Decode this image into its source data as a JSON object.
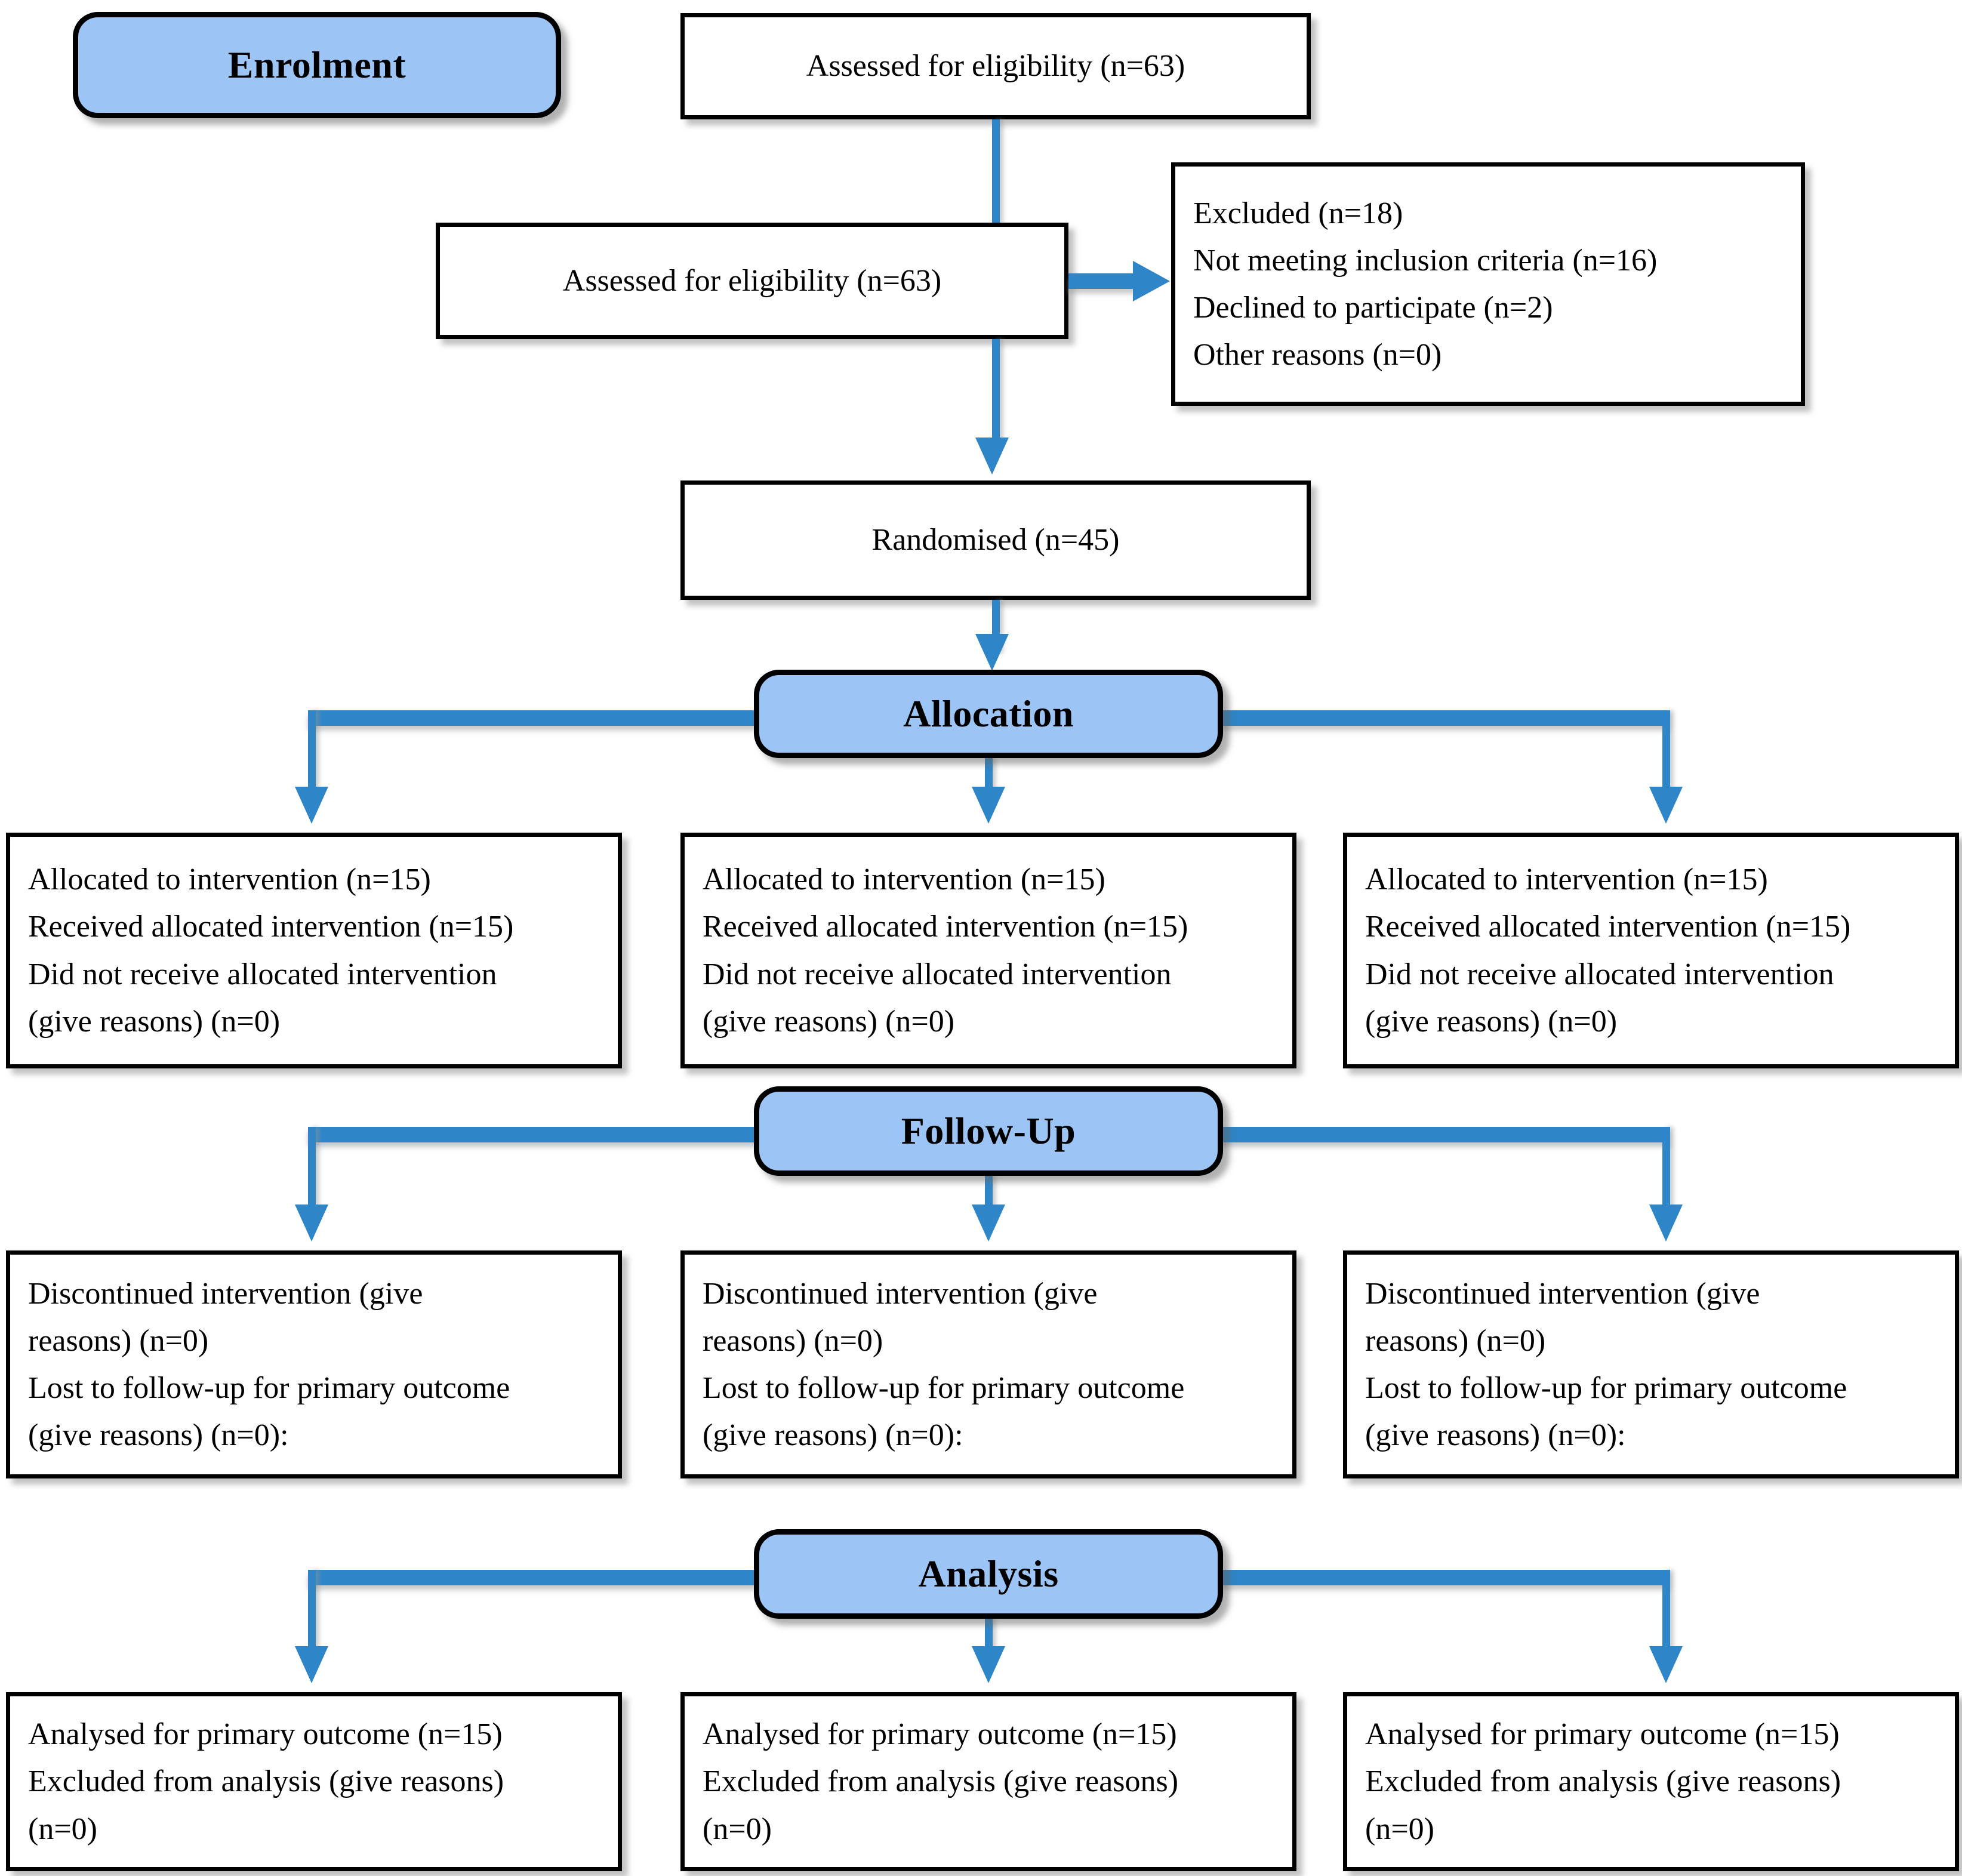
{
  "diagram": {
    "title": "CONSORT participant flow diagram",
    "accent_blue_fill": "#9CC5F6",
    "connector_blue": "#2E86C8",
    "box_border": "#000000",
    "background": "#FFFFFF"
  },
  "stages": {
    "enrolment": "Enrolment",
    "allocation": "Allocation",
    "followup": "Follow-Up",
    "analysis": "Analysis"
  },
  "enrolment": {
    "assessed_top": "Assessed for eligibility (n=63)",
    "assessed_second": "Assessed for eligibility (n=63)",
    "excluded": "Excluded (n=18)\nNot meeting inclusion criteria (n=16)\nDeclined to participate (n=2)\nOther reasons (n=0)",
    "randomised": "Randomised (n=45)"
  },
  "allocation_arms": [
    "Allocated to intervention (n=15)\nReceived allocated intervention (n=15)\nDid not receive allocated intervention\n(give reasons) (n=0)",
    "Allocated to intervention (n=15)\nReceived allocated intervention (n=15)\nDid not receive allocated intervention\n(give reasons) (n=0)",
    "Allocated to intervention (n=15)\nReceived allocated intervention (n=15)\nDid not receive allocated intervention\n(give reasons) (n=0)"
  ],
  "followup_arms": [
    "Discontinued intervention (give\nreasons) (n=0)\nLost to follow-up for primary outcome\n(give reasons) (n=0):",
    "Discontinued intervention (give\nreasons) (n=0)\nLost to follow-up for primary outcome\n(give reasons) (n=0):",
    "Discontinued intervention (give\nreasons) (n=0)\nLost to follow-up for primary outcome\n(give reasons) (n=0):"
  ],
  "analysis_arms": [
    "Analysed for primary outcome (n=15)\nExcluded from analysis (give reasons)\n(n=0)",
    "Analysed for primary outcome (n=15)\nExcluded from analysis (give reasons)\n(n=0)",
    "Analysed for primary outcome (n=15)\nExcluded from analysis (give reasons)\n(n=0)"
  ],
  "counts": {
    "assessed": 63,
    "excluded_total": 18,
    "not_meeting_inclusion": 16,
    "declined": 2,
    "other_reasons": 0,
    "randomised": 45,
    "allocated_per_arm": 15,
    "received_per_arm": 15,
    "did_not_receive_per_arm": 0,
    "discontinued_per_arm": 0,
    "lost_to_followup_per_arm": 0,
    "analysed_per_arm": 15,
    "excluded_from_analysis_per_arm": 0,
    "arms": 3
  }
}
